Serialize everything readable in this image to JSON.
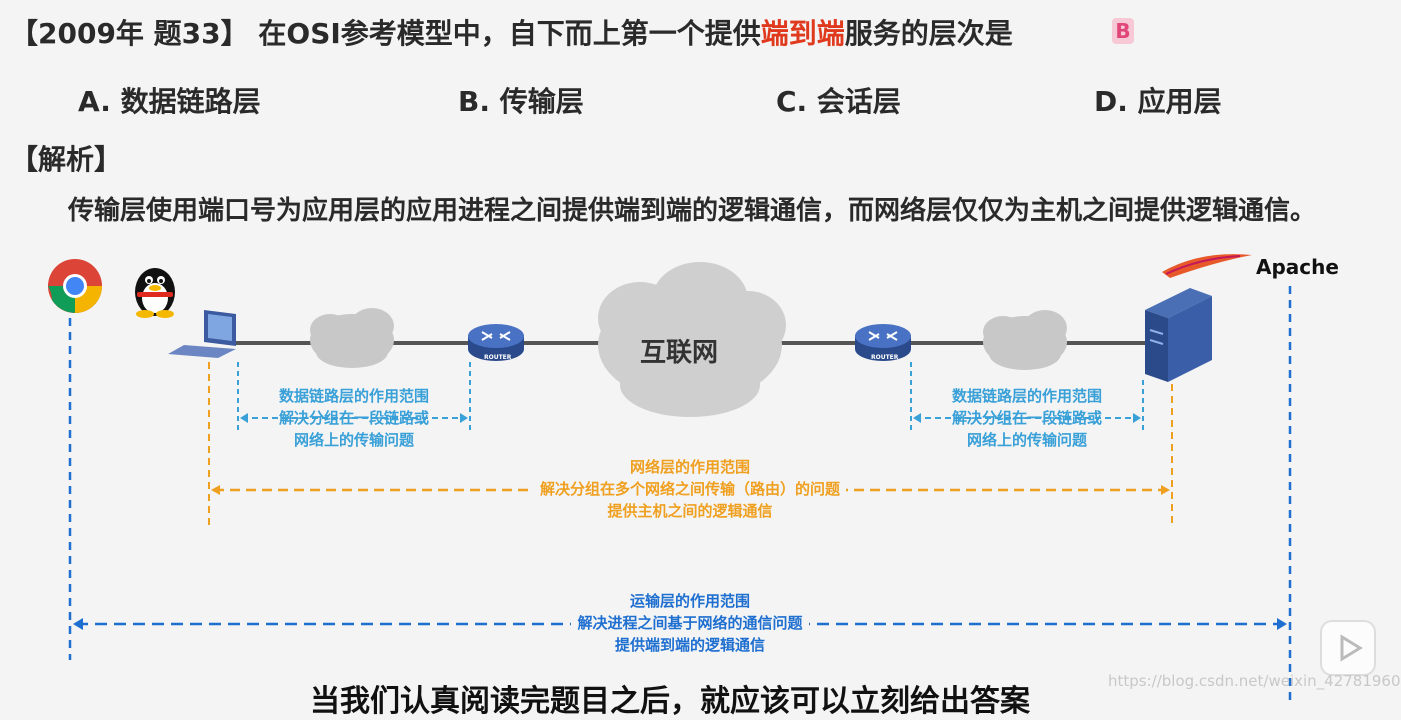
{
  "question": {
    "prefix": "【2009年 题33】 在OSI参考模型中，自下而上第一个提供",
    "highlight": "端到端",
    "suffix": "服务的层次是",
    "answer": "B"
  },
  "options": [
    {
      "label": "A. 数据链路层"
    },
    {
      "label": "B. 传输层"
    },
    {
      "label": "C. 会话层"
    },
    {
      "label": "D. 应用层"
    }
  ],
  "analysis": {
    "heading": "【解析】",
    "text": "传输层使用端口号为应用层的应用进程之间提供端到端的逻辑通信，而网络层仅仅为主机之间提供逻辑通信。"
  },
  "diagram": {
    "internet_label": "互联网",
    "router_label": "ROUTER",
    "apache_label": "Apache",
    "datalink_left": [
      "数据链路层的作用范围",
      "解决分组在一段链路或",
      "网络上的传输问题"
    ],
    "datalink_right": [
      "数据链路层的作用范围",
      "解决分组在一段链路或",
      "网络上的传输问题"
    ],
    "network": [
      "网络层的作用范围",
      "解决分组在多个网络之间传输（路由）的问题",
      "提供主机之间的逻辑通信"
    ],
    "transport": [
      "运输层的作用范围",
      "解决进程之间基于网络的通信问题",
      "提供端到端的逻辑通信"
    ],
    "colors": {
      "datalink": "#3aa0d8",
      "network": "#f0a020",
      "transport": "#1f6fd0",
      "highlight": "#e03a1e"
    }
  },
  "subtitle": "当我们认真阅读完题目之后，就应该可以立刻给出答案",
  "watermark": "https://blog.csdn.net/weixin_42781960"
}
